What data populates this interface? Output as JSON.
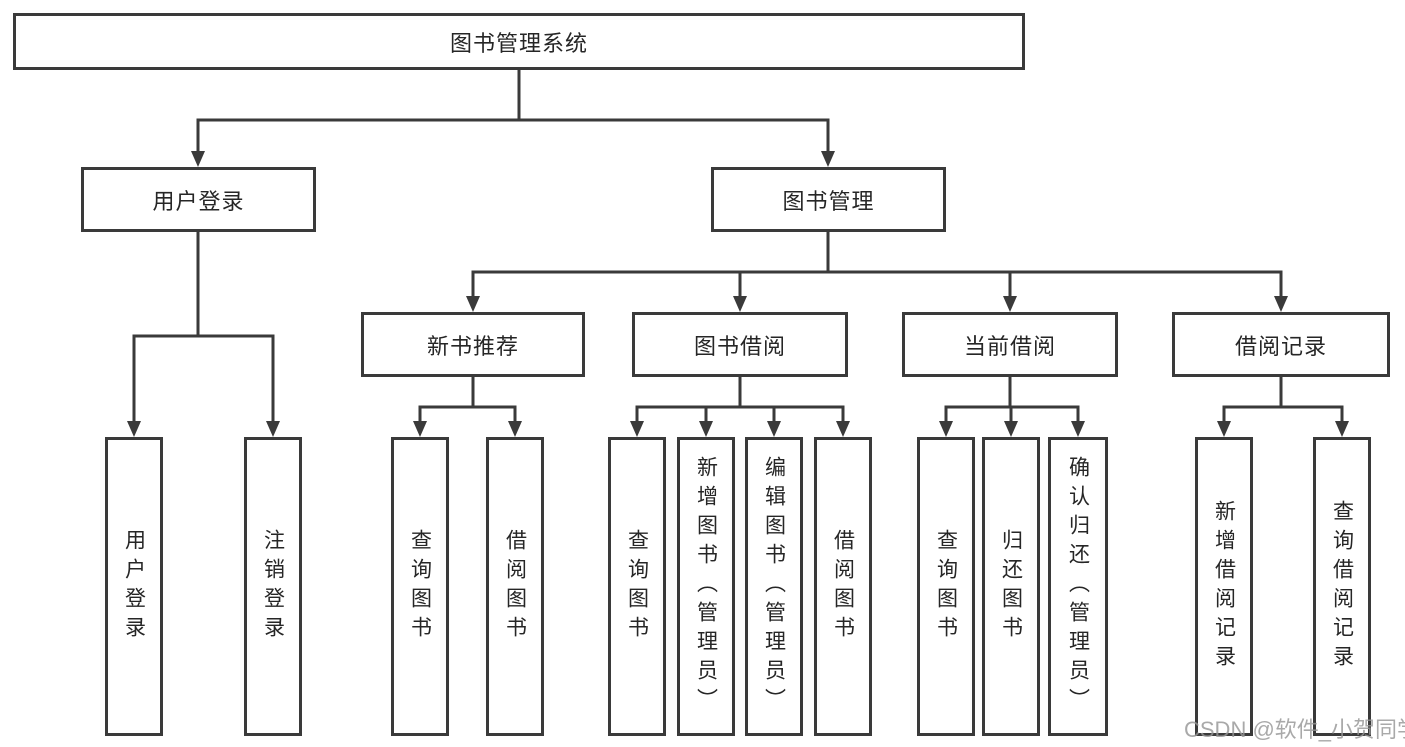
{
  "tree": {
    "root": {
      "label": "图书管理系统",
      "children": [
        {
          "label": "用户登录",
          "children": [
            {
              "label": "用户登录"
            },
            {
              "label": "注销登录"
            }
          ]
        },
        {
          "label": "图书管理",
          "children": [
            {
              "label": "新书推荐",
              "children": [
                {
                  "label": "查询图书"
                },
                {
                  "label": "借阅图书"
                }
              ]
            },
            {
              "label": "图书借阅",
              "children": [
                {
                  "label": "查询图书"
                },
                {
                  "label": "新增图书（管理员）"
                },
                {
                  "label": "编辑图书（管理员）"
                },
                {
                  "label": "借阅图书"
                }
              ]
            },
            {
              "label": "当前借阅",
              "children": [
                {
                  "label": "查询图书"
                },
                {
                  "label": "归还图书"
                },
                {
                  "label": "确认归还（管理员）"
                }
              ]
            },
            {
              "label": "借阅记录",
              "children": [
                {
                  "label": "新增借阅记录"
                },
                {
                  "label": "查询借阅记录"
                }
              ]
            }
          ]
        }
      ]
    }
  },
  "watermark": {
    "text": "CSDN @软件_小贺同学"
  },
  "colors": {
    "line": "#3a3a3a",
    "text": "#262626",
    "background": "#ffffff",
    "watermark": "#b4b4b4"
  }
}
